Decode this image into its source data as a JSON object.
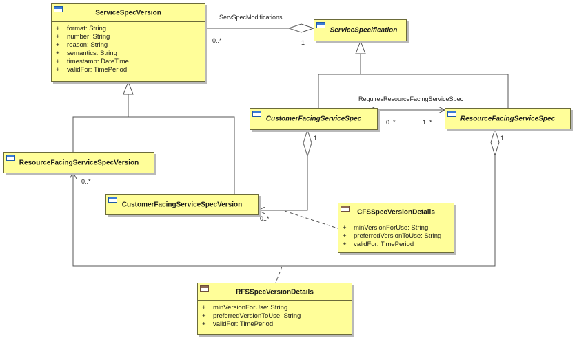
{
  "classes": {
    "ssv": {
      "name": "ServiceSpecVersion",
      "attributes": [
        {
          "vis": "+",
          "text": "format: String"
        },
        {
          "vis": "+",
          "text": "number: String"
        },
        {
          "vis": "+",
          "text": "reason: String"
        },
        {
          "vis": "+",
          "text": "semantics: String"
        },
        {
          "vis": "+",
          "text": "timestamp: DateTime"
        },
        {
          "vis": "+",
          "text": "validFor: TimePeriod"
        }
      ]
    },
    "ss": {
      "name": "ServiceSpecification"
    },
    "cfss": {
      "name": "CustomerFacingServiceSpec"
    },
    "rfss": {
      "name": "ResourceFacingServiceSpec"
    },
    "rfssv": {
      "name": "ResourceFacingServiceSpecVersion"
    },
    "cfssv": {
      "name": "CustomerFacingServiceSpecVersion"
    },
    "cfsd": {
      "name": "CFSSpecVersionDetails",
      "attributes": [
        {
          "vis": "+",
          "text": "minVersionForUse: String"
        },
        {
          "vis": "+",
          "text": "preferredVersionToUse: String"
        },
        {
          "vis": "+",
          "text": "validFor: TimePeriod"
        }
      ]
    },
    "rfsd": {
      "name": "RFSSpecVersionDetails",
      "attributes": [
        {
          "vis": "+",
          "text": "minVersionForUse: String"
        },
        {
          "vis": "+",
          "text": "preferredVersionToUse: String"
        },
        {
          "vis": "+",
          "text": "validFor: TimePeriod"
        }
      ]
    }
  },
  "associations": {
    "mods": {
      "name": "ServSpecModifications",
      "source_mult": "0..*",
      "target_mult": "1"
    },
    "requires": {
      "name": "RequiresResourceFacingServiceSpec",
      "source_mult": "0..*",
      "target_mult": "1..*"
    },
    "cfs_versions": {
      "source_mult": "1",
      "target_mult": "0..*"
    },
    "rfs_versions": {
      "source_mult": "1",
      "target_mult": "0..*"
    }
  }
}
